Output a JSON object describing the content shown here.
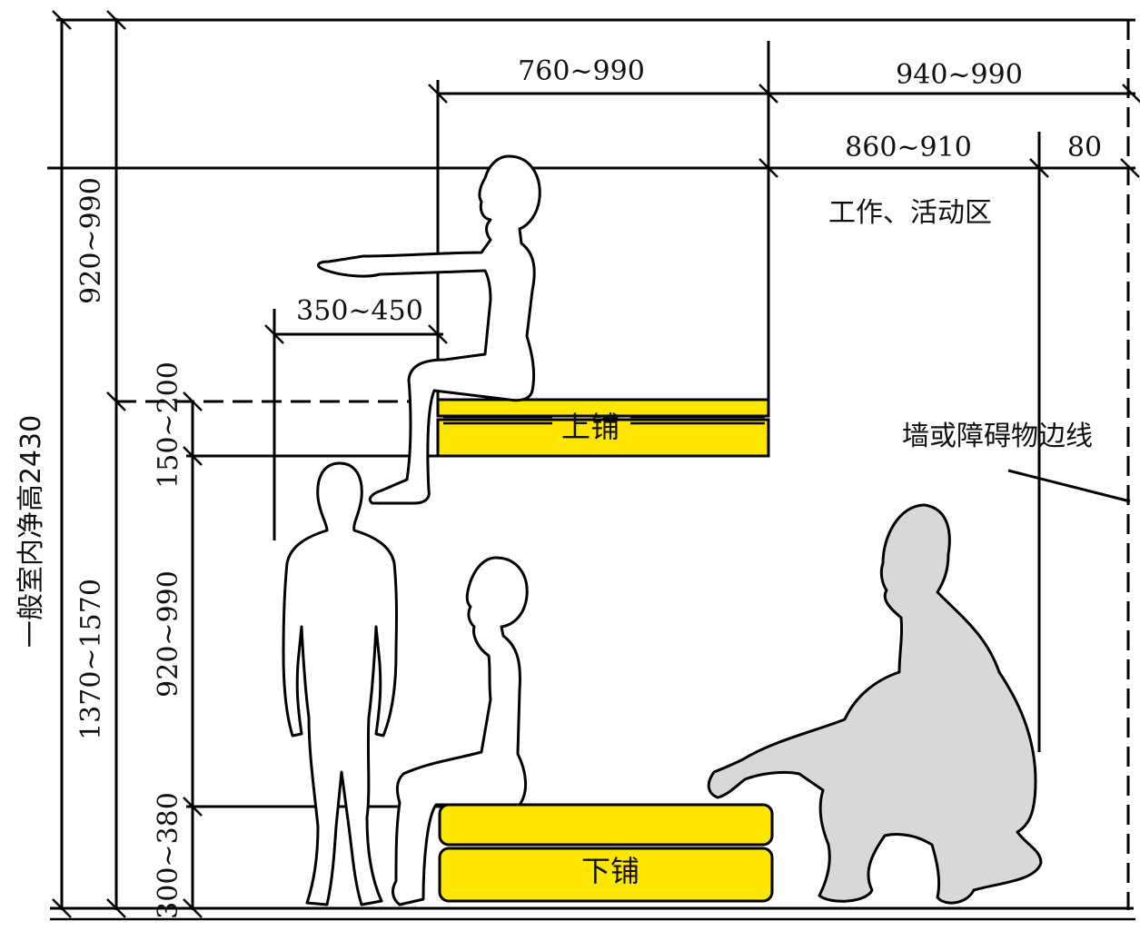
{
  "diagram": {
    "dimensions": {
      "top_upper_bed_width": "760~990",
      "top_right_total": "940~990",
      "work_area_width": "860~910",
      "wall_offset": "80",
      "reach": "350~450",
      "left_total_height": "一般室内净高2430",
      "upper_clearance": "920~990",
      "lower_bed_top_height": "1370~1570",
      "upper_bed_thickness": "150~200",
      "between_beds": "920~990",
      "lower_bed_height": "300~380"
    },
    "labels": {
      "work_area": "工作、活动区",
      "wall_line": "墙或障碍物边线",
      "upper_bed": "上铺",
      "lower_bed": "下铺"
    },
    "colors": {
      "bed_fill": "#FFE600",
      "figure_gray": "#D8D8D8",
      "line": "#000000"
    }
  }
}
